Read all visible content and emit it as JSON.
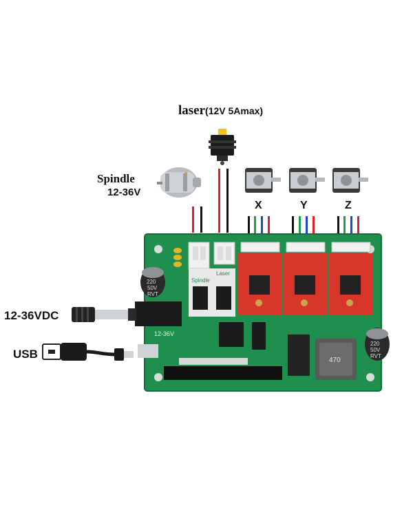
{
  "labels": {
    "laser_title": "laser",
    "laser_spec": "(12V 5Amax)",
    "spindle_title": "Spindle",
    "spindle_voltage": "12-36V",
    "axis_x": "X",
    "axis_y": "Y",
    "axis_z": "Z",
    "power_input": "12-36VDC",
    "usb": "USB"
  },
  "board_silkscreen": {
    "spindle": "Spindle",
    "laser": "Laser",
    "voltage": "12-36V",
    "cap_left": [
      "220",
      "50V",
      "RVT"
    ],
    "cap_right": [
      "220",
      "50V",
      "RVT"
    ],
    "inductor": "470"
  },
  "colors": {
    "pcb": "#1f8f4e",
    "driver_board": "#d8362b",
    "wire_red": "#e01f26",
    "wire_black": "#111111",
    "wire_green": "#1aa14a",
    "wire_blue": "#2347c8"
  },
  "icons": [
    "laser-module-icon",
    "spindle-motor-icon",
    "stepper-motor-icon",
    "dc-barrel-plug-icon",
    "usb-cable-icon"
  ]
}
